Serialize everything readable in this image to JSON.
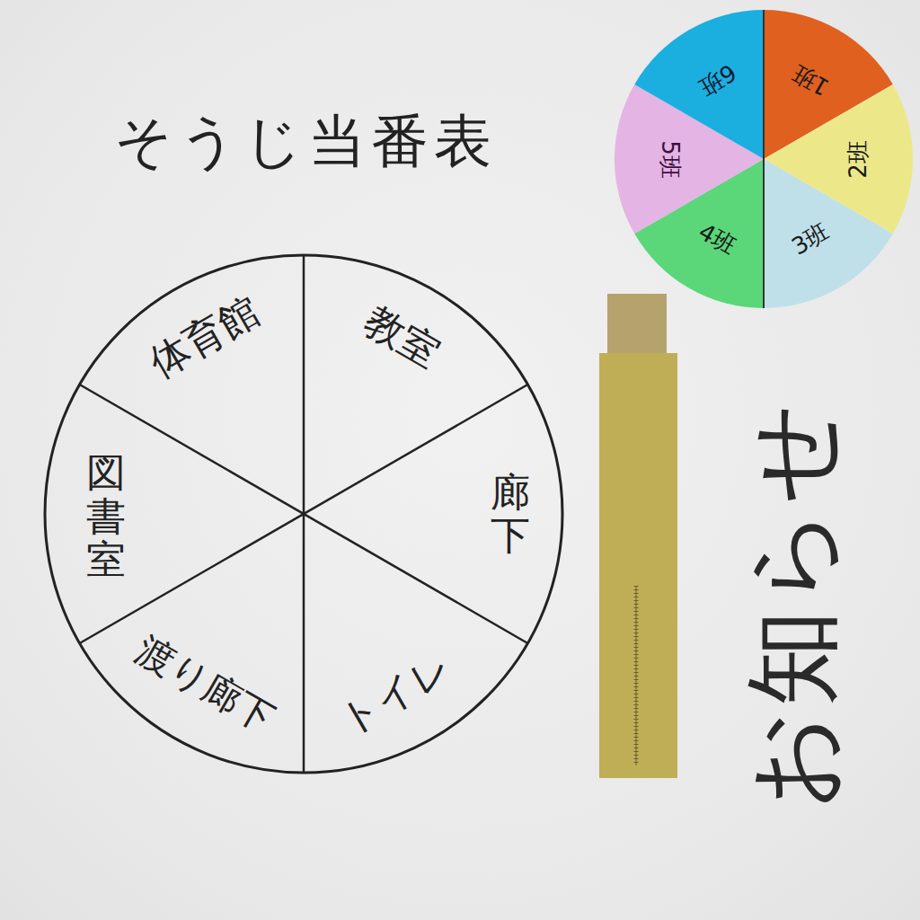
{
  "diagram": {
    "title": "そうじ当番表",
    "nodes": [
      {
        "text": [
          "教室"
        ]
      },
      {
        "text": [
          "廊下"
        ]
      },
      {
        "text": [
          "トイレ"
        ]
      },
      {
        "text": [
          "渡り廊下"
        ]
      },
      {
        "text": [
          "図書室"
        ]
      },
      {
        "text": [
          "体育館"
        ]
      },
      {
        "text": [
          "1班"
        ]
      },
      {
        "text": [
          "2班"
        ]
      },
      {
        "text": [
          "3班"
        ]
      },
      {
        "text": [
          "4班"
        ]
      },
      {
        "text": [
          "5班"
        ]
      },
      {
        "text": [
          "6班"
        ]
      }
    ],
    "labels": [
      "お知らせ"
    ]
  }
}
